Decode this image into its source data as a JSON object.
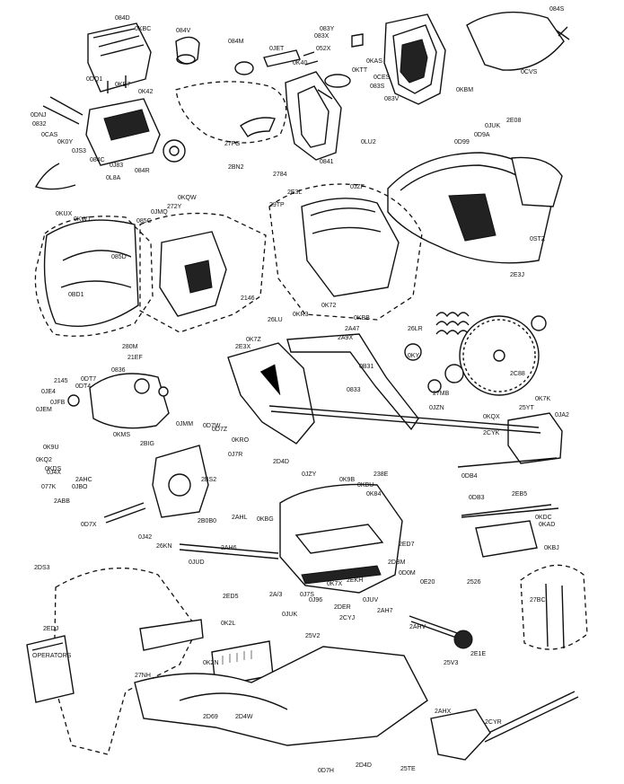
{
  "labels": [
    "084S",
    "084D",
    "0KBC",
    "084V",
    "084M",
    "0JET",
    "083Y",
    "083X",
    "052X",
    "0K40",
    "0KAS",
    "0KTT",
    "0CES",
    "083S",
    "083V",
    "0KBM",
    "0CVS",
    "0DQ1",
    "0KB7",
    "0K42",
    "0DNJ",
    "0832",
    "0CAS",
    "0K0Y",
    "0JS3",
    "084C",
    "0J83",
    "084R",
    "27FG",
    "0LU2",
    "0841",
    "0L8A",
    "2E08",
    "0JUK",
    "0D9A",
    "0D99",
    "2BN2",
    "2784",
    "2E3L",
    "0JZF",
    "0KUX",
    "0KWT",
    "0JMQ",
    "272Y",
    "0KQW",
    "085C",
    "085D",
    "0BD1",
    "280M",
    "2145",
    "29TP",
    "2146",
    "0K72",
    "0KBB",
    "2E3J",
    "0STZ",
    "26LU",
    "0KR3",
    "0K7Z",
    "2A47",
    "26LR",
    "2A9X",
    "0KY",
    "0B31",
    "0833",
    "2E3X",
    "2C88",
    "27MB",
    "0JZN",
    "21EF",
    "0836",
    "0DT7",
    "0DT4",
    "0JE4",
    "0JFB",
    "0JEM",
    "0KMS",
    "0KQX",
    "2CYK",
    "25YT",
    "0K7K",
    "0JA2",
    "0JMM",
    "0D7W",
    "0D7Z",
    "0KRO",
    "0J7R",
    "0K9U",
    "0KQ2",
    "0KDS",
    "0J4X",
    "2AHC",
    "0JBO",
    "2BIG",
    "077K",
    "2ABB",
    "0D7X",
    "2D4D",
    "0JZY",
    "0K9B",
    "238E",
    "0KBU",
    "0K84",
    "0DB4",
    "0DB3",
    "2EB5",
    "0KDC",
    "0KAD",
    "0KBJ",
    "27BC",
    "2BS2",
    "2B0B0",
    "2AHL",
    "0KBG",
    "0J42",
    "26KN",
    "2AH6",
    "0JUD",
    "2ED7",
    "2DBM",
    "0D0M",
    "0E20",
    "2526",
    "0K7X",
    "0J7S",
    "0J96",
    "0JUK",
    "2A/3",
    "2ED5",
    "2EKH",
    "0JUV",
    "2E1E",
    "2AHV",
    "2DER",
    "25V2",
    "2CYJ",
    "2AH7",
    "2DS3",
    "2EDJ",
    "0K2L",
    "0K2N",
    "27NH",
    "2D69",
    "2D4W",
    "2D4D",
    "0D7H",
    "25TE",
    "2AHX",
    "2CYR",
    "25V3"
  ]
}
